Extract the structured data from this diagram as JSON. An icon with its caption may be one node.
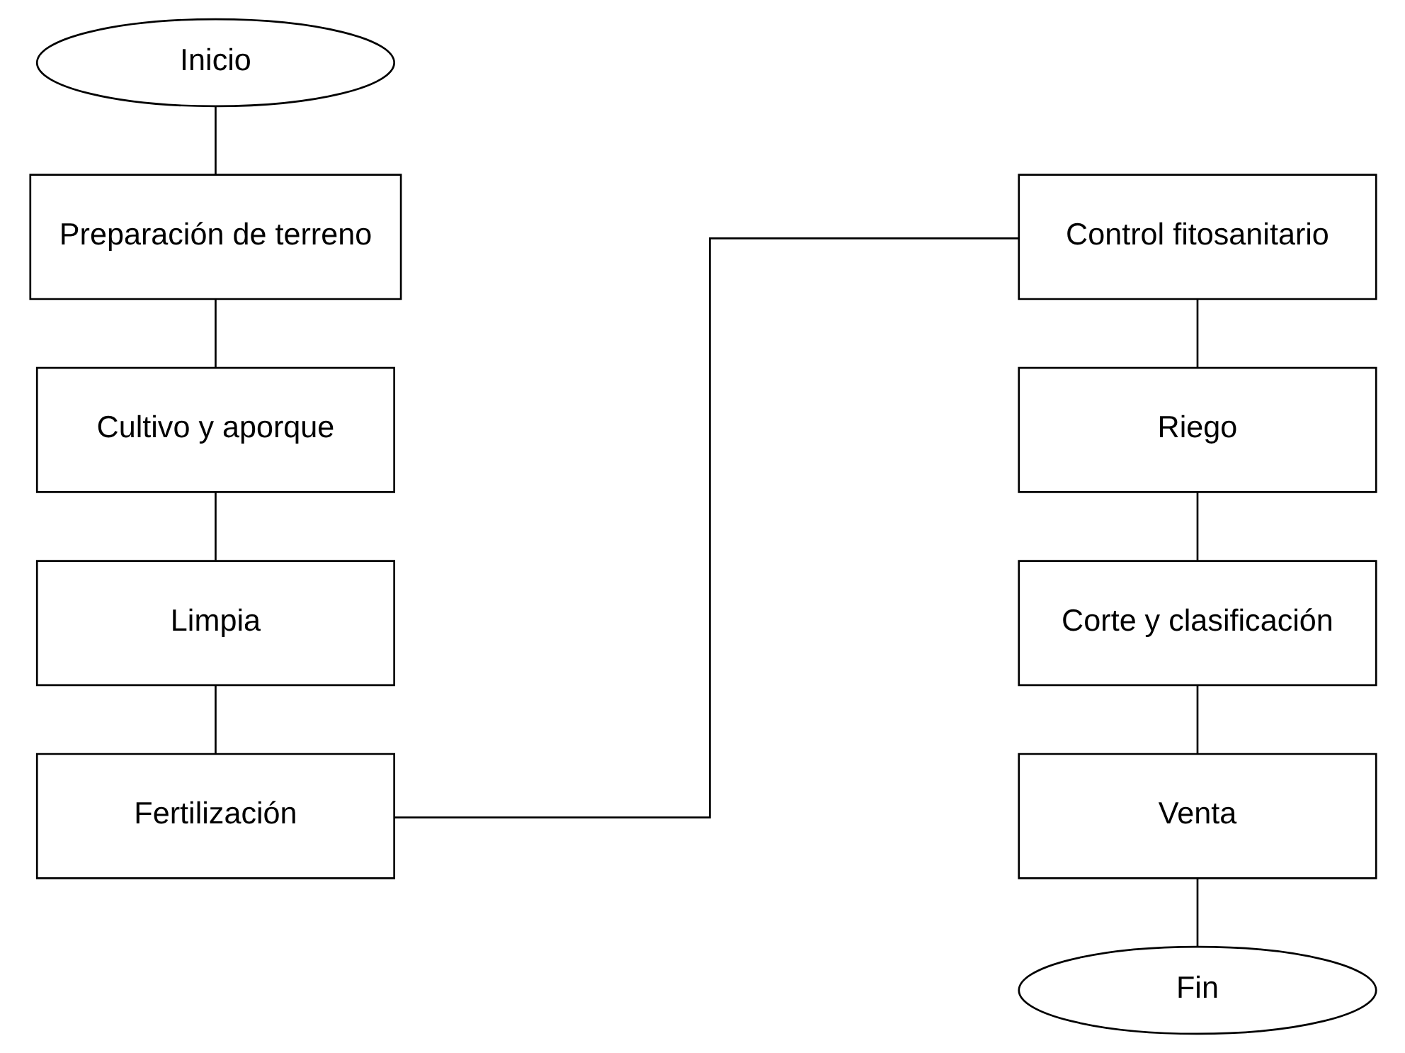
{
  "diagram": {
    "nodes": [
      {
        "text": [
          "Inicio"
        ]
      },
      {
        "text": [
          "Preparación de terreno"
        ]
      },
      {
        "text": [
          "Cultivo y aporque"
        ]
      },
      {
        "text": [
          "Limpia"
        ]
      },
      {
        "text": [
          "Fertilización"
        ]
      },
      {
        "text": [
          "Control fitosanitario"
        ]
      },
      {
        "text": [
          "Riego"
        ]
      },
      {
        "text": [
          "Corte y clasificación"
        ]
      },
      {
        "text": [
          "Venta"
        ]
      },
      {
        "text": [
          "Fin"
        ]
      }
    ],
    "edges": [
      {
        "from": 0,
        "to": 1,
        "arrow": "none"
      },
      {
        "from": 1,
        "to": 2,
        "arrow": "none"
      },
      {
        "from": 2,
        "to": 3,
        "arrow": "none"
      },
      {
        "from": 3,
        "to": 4,
        "arrow": "none"
      },
      {
        "from": 4,
        "to": 5,
        "arrow": "none"
      },
      {
        "from": 5,
        "to": 6,
        "arrow": "none"
      },
      {
        "from": 6,
        "to": 7,
        "arrow": "none"
      },
      {
        "from": 7,
        "to": 8,
        "arrow": "none"
      },
      {
        "from": 8,
        "to": 9,
        "arrow": "none"
      }
    ]
  }
}
